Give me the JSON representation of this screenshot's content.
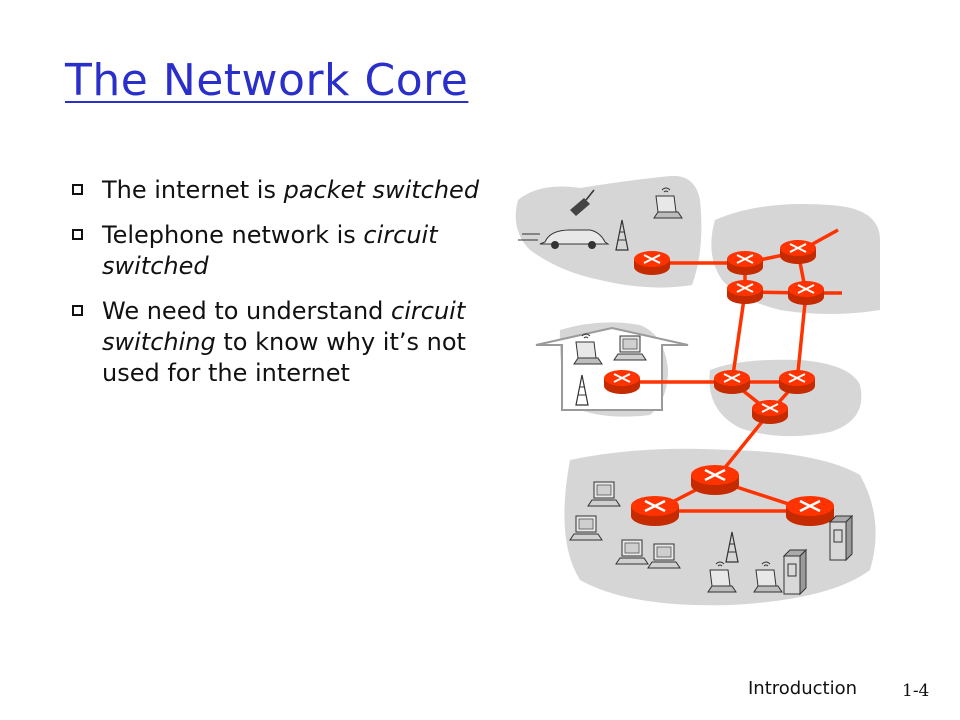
{
  "slide": {
    "title": "The Network Core",
    "bullets": [
      {
        "parts": [
          {
            "text": "The internet is ",
            "italic": false
          },
          {
            "text": "packet switched",
            "italic": true
          }
        ]
      },
      {
        "parts": [
          {
            "text": "Telephone network is ",
            "italic": false
          },
          {
            "text": "circuit switched",
            "italic": true
          }
        ]
      },
      {
        "parts": [
          {
            "text": "We need to understand ",
            "italic": false
          },
          {
            "text": "circuit switching",
            "italic": true
          },
          {
            "text": " to know why it’s not used for the internet",
            "italic": false
          }
        ]
      }
    ],
    "footer_label": "Introduction",
    "footer_page": "1-4"
  },
  "colors": {
    "title": "#2a2fc9",
    "link": "#ff3300",
    "router": "#ff3300",
    "cloud": "#d6d6d6"
  },
  "icons": [
    "router-icon",
    "laptop-icon",
    "desktop-computer-icon",
    "server-icon",
    "cell-tower-icon",
    "cellphone-icon",
    "car-icon",
    "house-icon"
  ]
}
